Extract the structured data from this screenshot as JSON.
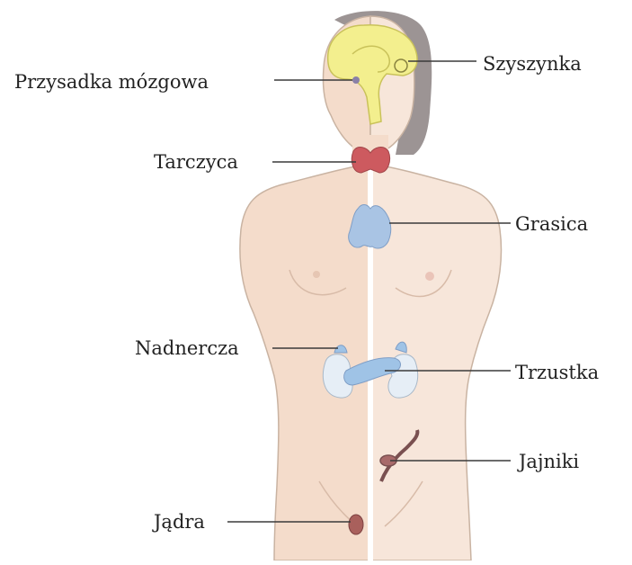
{
  "labels": {
    "pituitary": "Przysadka mózgowa",
    "pineal": "Szyszynka",
    "thyroid": "Tarczyca",
    "thymus": "Grasica",
    "adrenals": "Nadnercza",
    "pancreas": "Trzustka",
    "ovaries": "Jajniki",
    "testes": "Jądra"
  },
  "colors": {
    "skin_left": "#f4dccb",
    "skin_right": "#f7e6da",
    "outline": "#c9b3a2",
    "hair": "#9c9494",
    "brain": "#f3ef8e",
    "brain_outline": "#c9c25a",
    "thyroid": "#cd5a5f",
    "thymus": "#a9c4e4",
    "gland_blue": "#9fc3e6",
    "kidney": "#e6eef6",
    "ovary": "#7a5050",
    "testis": "#a9605c",
    "leader": "#3a3a3a"
  }
}
